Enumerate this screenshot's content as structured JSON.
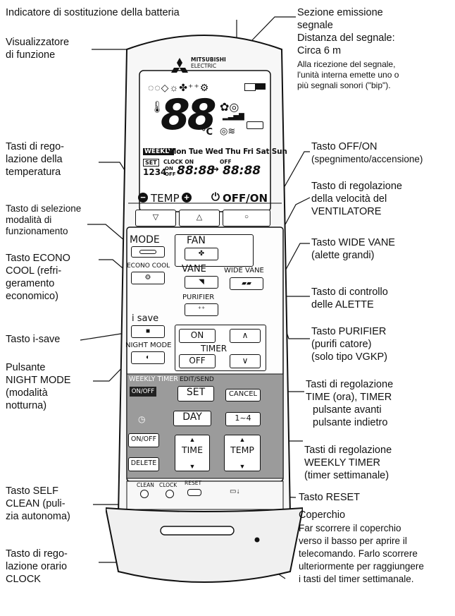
{
  "labels": {
    "battery": "Indicatore di sostituzione della batteria",
    "display_1": "Visualizzatore",
    "display_2": "di funzione",
    "temp_1": "Tasti di rego-",
    "temp_2": "lazione della",
    "temp_3": "temperatura",
    "mode_1": "Tasto di selezione",
    "mode_2": "modalità di",
    "mode_3": "funzionamento",
    "econo_1": "Tasto ECONO",
    "econo_2": "COOL (refri-",
    "econo_3": "geramento",
    "econo_4": "economico)",
    "isave": "Tasto i-save",
    "night_1": "Pulsante",
    "night_2": "NIGHT MODE",
    "night_3": "(modalità",
    "night_4": "notturna)",
    "self_1": "Tasto SELF",
    "self_2": "CLEAN (puli-",
    "self_3": "zia autonoma)",
    "clock_1": "Tasto di rego-",
    "clock_2": "lazione orario",
    "clock_3": "CLOCK",
    "signal_1": "Sezione emissione",
    "signal_2": "segnale",
    "signal_3": "Distanza del segnale:",
    "signal_4": "Circa 6 m",
    "signal_5": "Alla ricezione del segnale,",
    "signal_6": "l'unità interna emette uno o",
    "signal_7": "più segnali sonori (\"bip\").",
    "onoff_1": "Tasto OFF/ON",
    "onoff_2": "(spegnimento/accensione)",
    "fan_1": "Tasto di regolazione",
    "fan_2": "della velocità del",
    "fan_3": "VENTILATORE",
    "wide_1": "Tasto WIDE VANE",
    "wide_2": "(alette grandi)",
    "vane_1": "Tasto di controllo",
    "vane_2": "delle ALETTE",
    "purifier_1": "Tasto PURIFIER",
    "purifier_2": "(purifi catore)",
    "purifier_3": "(solo tipo VGKP)",
    "timer_1": "Tasti di regolazione",
    "timer_2": "TIME (ora), TIMER",
    "timer_3": "pulsante avanti",
    "timer_4": "pulsante indietro",
    "weekly_1": "Tasti di regolazione",
    "weekly_2": "WEEKLY TIMER",
    "weekly_3": "(timer settimanale)",
    "reset": "Tasto RESET",
    "cover_1": "Coperchio",
    "cover_2": "Far scorrere il coperchio",
    "cover_3": "verso il basso per aprire il",
    "cover_4": "telecomando. Farlo scorrere",
    "cover_5": "ulteriormente per raggiungere",
    "cover_6": "i tasti del timer settimanale."
  },
  "remote": {
    "brand_1": "MITSUBISHI",
    "brand_2": "ELECTRIC",
    "temp_value": "88",
    "temp_unit": "°C",
    "weekly_tag": "WEEKLY",
    "days": "Mon Tue Wed Thu Fri Sat Sun",
    "set_tag": "SET",
    "clock_on": "CLOCK ON",
    "off_tag": "OFF",
    "program": "1234",
    "on_tag": "ON",
    "off_tag2": "OFF",
    "time_1": "88:88",
    "arrow": "→",
    "time_2": "88:88",
    "temp_minus": "−",
    "temp_label": "TEMP",
    "temp_plus": "+",
    "onoff_label": "OFF/ON",
    "mode": "MODE",
    "econo": "ECONO COOL",
    "isave": "i save",
    "night": "NIGHT MODE",
    "fan": "FAN",
    "vane": "VANE",
    "wide_vane": "WIDE VANE",
    "purifier": "PURIFIER",
    "on": "ON",
    "off": "OFF",
    "timer": "TIMER",
    "weekly_timer": "WEEKLY TIMER",
    "onoff_small": "ON/OFF",
    "edit_send": "EDIT/SEND",
    "set": "SET",
    "cancel": "CANCEL",
    "day": "DAY",
    "one_four": "1~4",
    "on_off": "ON/OFF",
    "delete": "DELETE",
    "time": "TIME",
    "temp": "TEMP",
    "clean": "CLEAN",
    "clock": "CLOCK",
    "reset": "RESET"
  }
}
